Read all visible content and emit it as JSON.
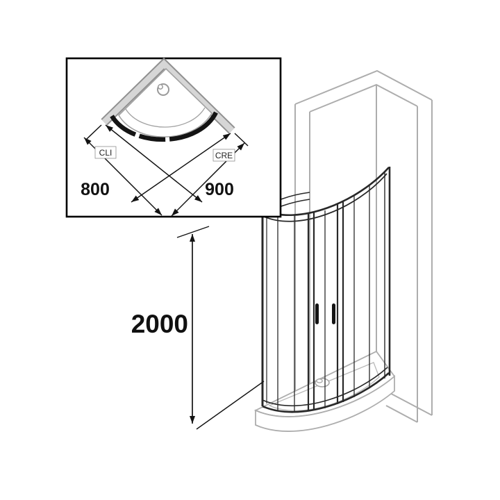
{
  "plan_inset": {
    "door_label_left": "CLI",
    "door_label_right": "CRE",
    "width_left": "800",
    "width_right": "900"
  },
  "elevation": {
    "height": "2000"
  },
  "colors": {
    "background": "#ffffff",
    "wall_gray": "#adadad",
    "plan_wall_fill": "#d6d6d6",
    "glass_frame_dark": "#282828",
    "door_track_black": "#141414",
    "dimension_line": "#131313"
  }
}
